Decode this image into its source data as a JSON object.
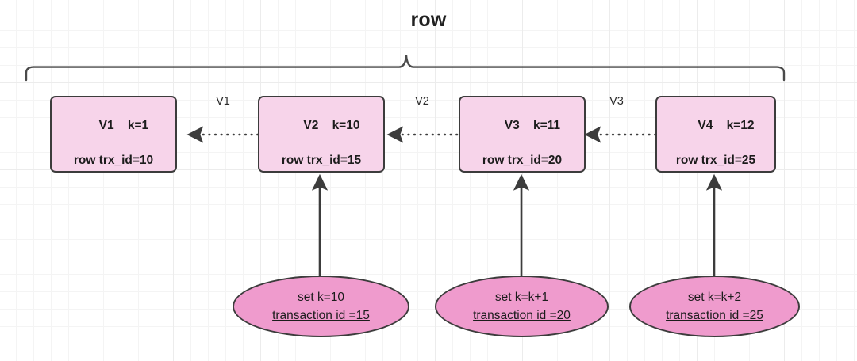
{
  "diagram": {
    "title": "row",
    "colors": {
      "box_fill": "#f7d4ea",
      "ellipse_fill": "#ef9bcd",
      "stroke": "#3c3c3c",
      "text": "#1c1c1c",
      "grid_minor": "#f4f4f4",
      "grid_major": "#ececec"
    },
    "version_boxes": [
      {
        "id": "v1",
        "version": "V1",
        "key": "k=1",
        "trx": "row trx_id=10"
      },
      {
        "id": "v2",
        "version": "V2",
        "key": "k=10",
        "trx": "row trx_id=15"
      },
      {
        "id": "v3",
        "version": "V3",
        "key": "k=11",
        "trx": "row trx_id=20"
      },
      {
        "id": "v4",
        "version": "V4",
        "key": "k=12",
        "trx": "row trx_id=25"
      }
    ],
    "undo_pointer_labels": [
      {
        "id": "p1",
        "label": "V1"
      },
      {
        "id": "p2",
        "label": "V2"
      },
      {
        "id": "p3",
        "label": "V3"
      }
    ],
    "transactions": [
      {
        "id": "t15",
        "statement": "set k=10",
        "transaction": "transaction id =15"
      },
      {
        "id": "t20",
        "statement": "set k=k+1",
        "transaction": "transaction id =20"
      },
      {
        "id": "t25",
        "statement": "set k=k+2",
        "transaction": "transaction id =25"
      }
    ]
  }
}
